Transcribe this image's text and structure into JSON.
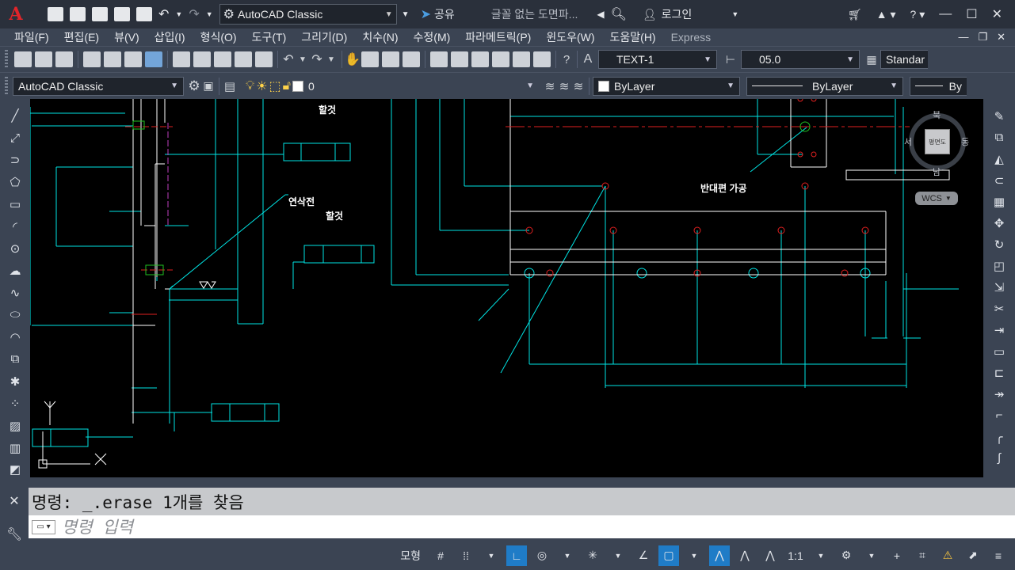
{
  "app": {
    "logo": "A",
    "workspace": "AutoCAD Classic",
    "share": "공유",
    "doc_title": "글꼴 없는 도면파...",
    "login": "로그인"
  },
  "menu": [
    "파일(F)",
    "편집(E)",
    "뷰(V)",
    "삽입(I)",
    "형식(O)",
    "도구(T)",
    "그리기(D)",
    "치수(N)",
    "수정(M)",
    "파라메트릭(P)",
    "윈도우(W)",
    "도움말(H)",
    "Express"
  ],
  "toolbar1": {
    "text_style": "TEXT-1",
    "dim_style": "05.0",
    "table_style": "Standar"
  },
  "toolbar2": {
    "workspace": "AutoCAD Classic",
    "layer": "0",
    "color": "ByLayer",
    "linetype": "ByLayer",
    "lineweight": "By"
  },
  "drawing": {
    "labels": [
      {
        "text": "할것"
      },
      {
        "text": "연삭전"
      },
      {
        "text": "할것"
      },
      {
        "text": "반대편 가공"
      }
    ]
  },
  "viewcube": {
    "north": "북",
    "south": "남",
    "east": "동",
    "west": "서",
    "face": "평면도",
    "ucs": "WCS"
  },
  "command": {
    "history": "명령: _.erase 1개를 찾음",
    "placeholder": "명령 입력"
  },
  "status": {
    "model": "모형",
    "scale": "1:1"
  },
  "colors": {
    "canvas": "#000000",
    "geometry": "#00e5e5",
    "centerline": "#e02020",
    "accent": "#1f7cc7"
  }
}
